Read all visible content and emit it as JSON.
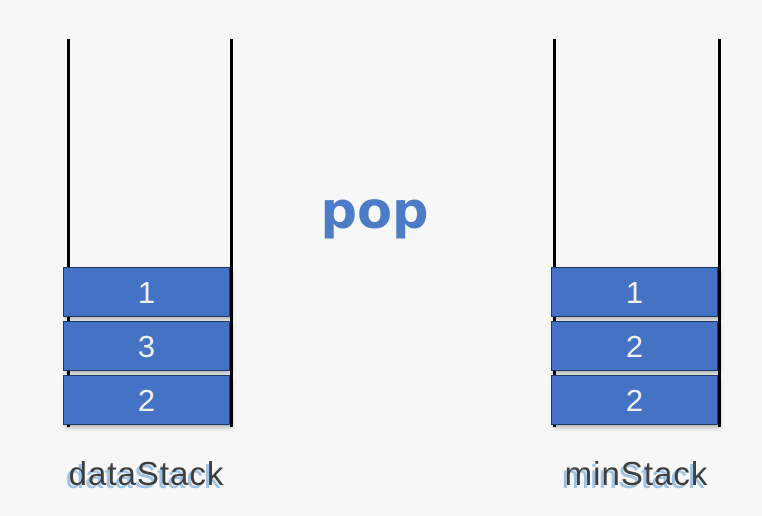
{
  "operation": {
    "label": "pop"
  },
  "stacks": [
    {
      "name": "dataStack",
      "items": [
        "1",
        "3",
        "2"
      ]
    },
    {
      "name": "minStack",
      "items": [
        "1",
        "2",
        "2"
      ]
    }
  ],
  "colors": {
    "background": "#f7f7f7",
    "box_fill": "#4472c4",
    "box_border": "#1f3864",
    "wall_line": "#000000",
    "number_text": "#f0f0f0",
    "label_text": "#3f3f3f",
    "label_shadow": "#9cc2e5",
    "operation_text": "#4d7cc7"
  }
}
